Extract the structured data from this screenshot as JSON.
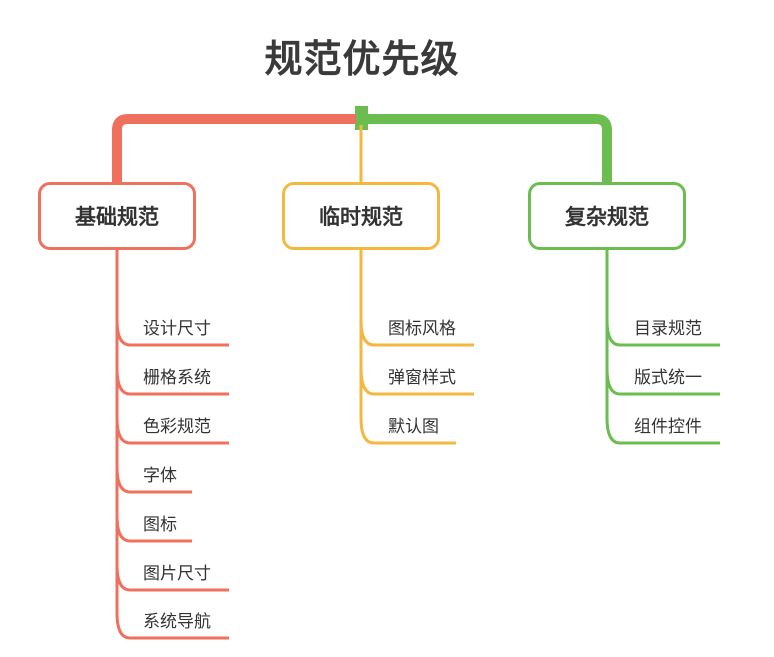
{
  "title": "规范优先级",
  "colors": {
    "red": "#f0705e",
    "yellow": "#f4b73f",
    "green": "#6bbd4f"
  },
  "branches": [
    {
      "label": "基础规范",
      "items": [
        "设计尺寸",
        "栅格系统",
        "色彩规范",
        "字体",
        "图标",
        "图片尺寸",
        "系统导航"
      ]
    },
    {
      "label": "临时规范",
      "items": [
        "图标风格",
        "弹窗样式",
        "默认图"
      ]
    },
    {
      "label": "复杂规范",
      "items": [
        "目录规范",
        "版式统一",
        "组件控件"
      ]
    }
  ]
}
